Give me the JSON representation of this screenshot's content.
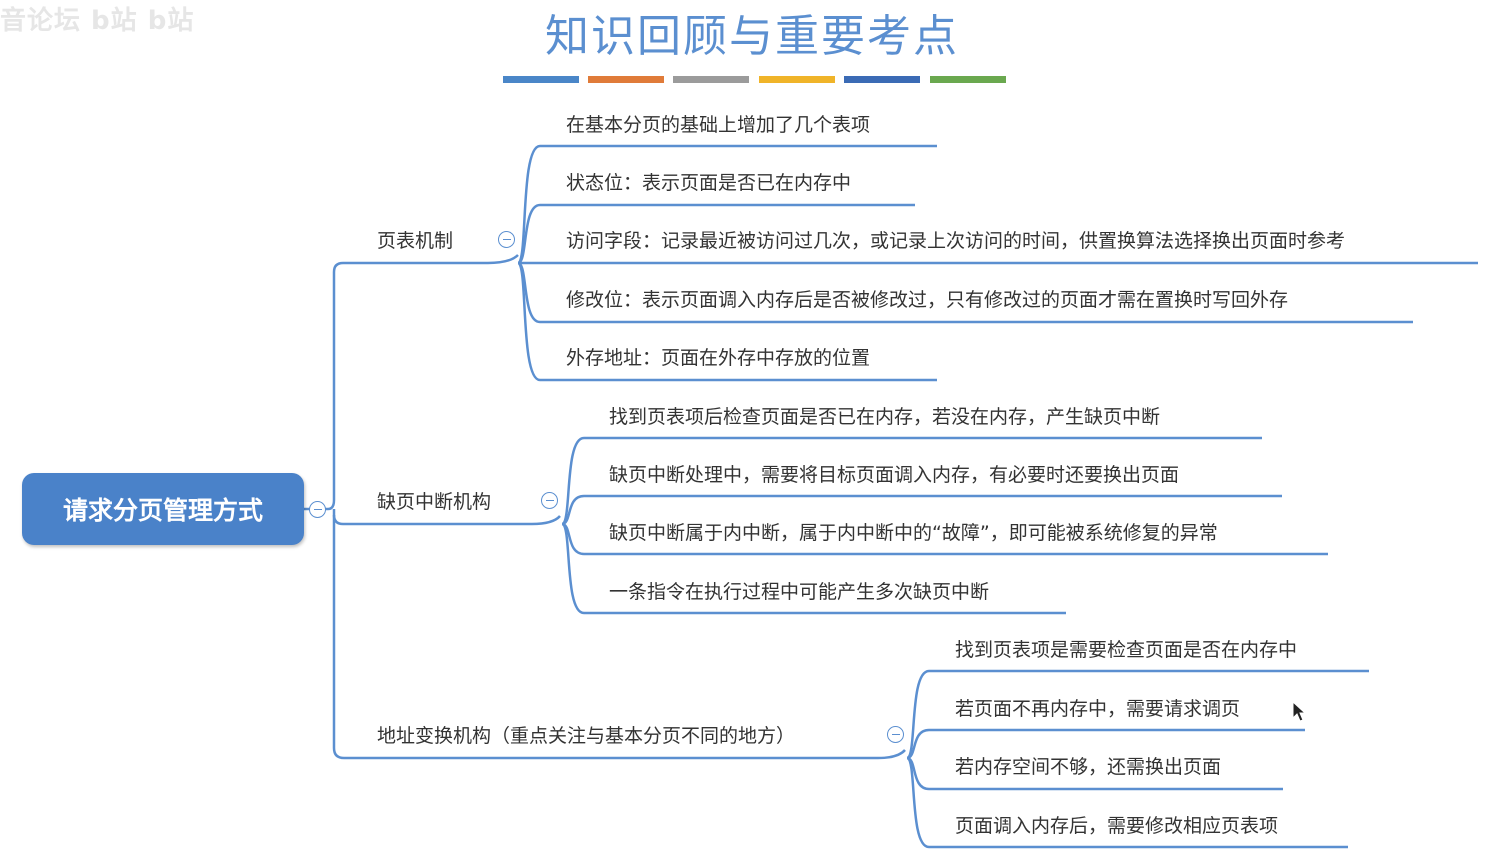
{
  "watermark": "音论坛 b站 b站",
  "title": "知识回顾与重要考点",
  "title_bar_colors": [
    "#4a86c8",
    "#e07b39",
    "#9b9b9b",
    "#f0b429",
    "#3b6bb5",
    "#6aa84f"
  ],
  "root": {
    "label": "请求分页管理方式"
  },
  "branches": [
    {
      "label": "页表机制",
      "children": [
        "在基本分页的基础上增加了几个表项",
        "状态位：表示页面是否已在内存中",
        "访问字段：记录最近被访问过几次，或记录上次访问的时间，供置换算法选择换出页面时参考",
        "修改位：表示页面调入内存后是否被修改过，只有修改过的页面才需在置换时写回外存",
        "外存地址：页面在外存中存放的位置"
      ]
    },
    {
      "label": "缺页中断机构",
      "children": [
        "找到页表项后检查页面是否已在内存，若没在内存，产生缺页中断",
        "缺页中断处理中，需要将目标页面调入内存，有必要时还要换出页面",
        "缺页中断属于内中断，属于内中断中的“故障”，即可能被系统修复的异常",
        "一条指令在执行过程中可能产生多次缺页中断"
      ]
    },
    {
      "label": "地址变换机构（重点关注与基本分页不同的地方）",
      "children": [
        "找到页表项是需要检查页面是否在内存中",
        "若页面不再内存中，需要请求调页",
        "若内存空间不够，还需换出页面",
        "页面调入内存后，需要修改相应页表项"
      ]
    }
  ]
}
